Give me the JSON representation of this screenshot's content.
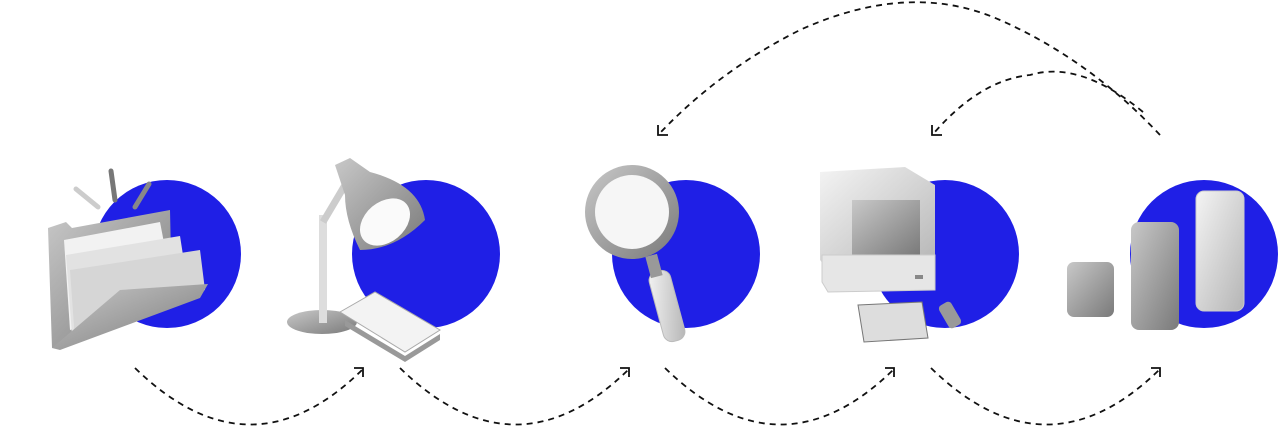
{
  "colors": {
    "accent": "#1f1fe6",
    "arrow": "#111111",
    "object_light": "#e8e8e8",
    "object_mid": "#a8a8a8",
    "object_dark": "#7a7a7a"
  },
  "steps": [
    {
      "icon": "folder-icon"
    },
    {
      "icon": "desk-lamp-book-icon"
    },
    {
      "icon": "magnifier-icon"
    },
    {
      "icon": "computer-icon"
    },
    {
      "icon": "bar-blocks-icon"
    }
  ],
  "arrows": [
    {
      "from": 1,
      "to": 2,
      "style": "dashed"
    },
    {
      "from": 2,
      "to": 3,
      "style": "dashed"
    },
    {
      "from": 3,
      "to": 4,
      "style": "dashed"
    },
    {
      "from": 4,
      "to": 5,
      "style": "dashed"
    },
    {
      "from": 5,
      "to": 3,
      "style": "dashed"
    },
    {
      "from": 5,
      "to": 4,
      "style": "dashed"
    }
  ]
}
